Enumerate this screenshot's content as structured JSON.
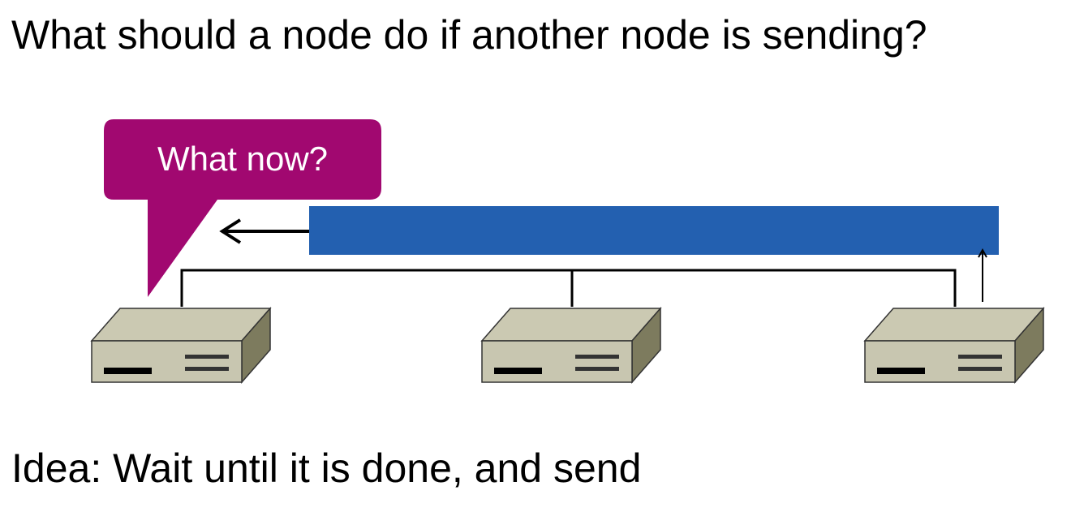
{
  "title": "What should a node do if another node is sending?",
  "speech_bubble": {
    "text": "What now?",
    "color": "#a10870"
  },
  "signal_bar": {
    "color": "#2360b0"
  },
  "device": {
    "front_color": "#c8c6b0",
    "top_color": "#cbc9b2",
    "side_color": "#7d7b5e"
  },
  "footer": "Idea: Wait until it is done, and send"
}
